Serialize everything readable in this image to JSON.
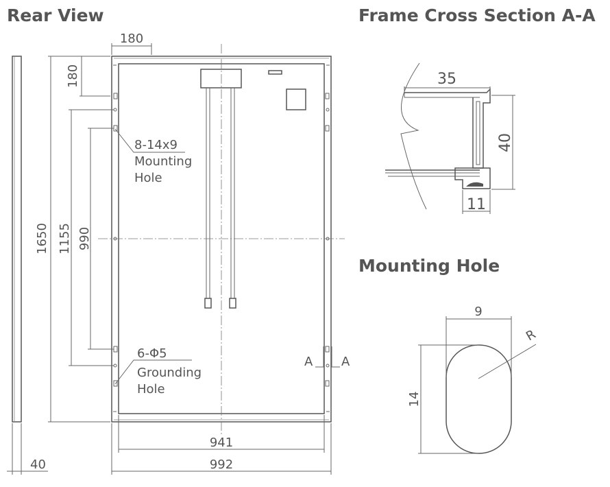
{
  "titles": {
    "rear_view": "Rear View",
    "cross_section": "Frame Cross Section A-A",
    "mounting_hole": "Mounting Hole"
  },
  "rear_view": {
    "dims": {
      "width_overall": "992",
      "width_inner": "941",
      "height_overall": "1650",
      "grounding_spacing": "1155",
      "mounting_spacing": "990",
      "top_offset": "180",
      "left_offset": "180",
      "thickness": "40"
    },
    "annotations": {
      "mounting_spec": "8-14x9",
      "mounting_line1": "Mounting",
      "mounting_line2": "Hole",
      "grounding_spec": "6-Φ5",
      "grounding_line1": "Grounding",
      "grounding_line2": "Hole",
      "section_left": "A",
      "section_right": "A"
    }
  },
  "cross_section": {
    "dims": {
      "width": "35",
      "height": "40",
      "lip": "11"
    }
  },
  "mounting_hole": {
    "dims": {
      "width": "9",
      "height": "14",
      "radius": "R"
    }
  }
}
